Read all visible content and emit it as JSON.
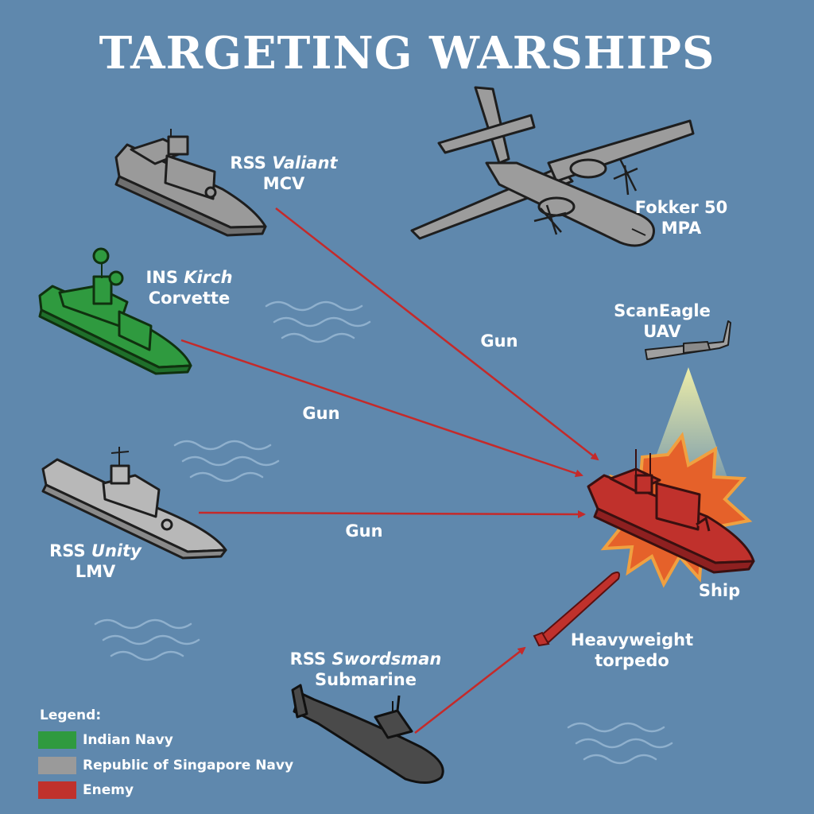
{
  "title": "TARGETING WARSHIPS",
  "platforms": {
    "valiant": {
      "prefix": "RSS",
      "name": "Valiant",
      "type": "MCV"
    },
    "kirch": {
      "prefix": "INS",
      "name": "Kirch",
      "type": "Corvette"
    },
    "unity": {
      "prefix": "RSS",
      "name": "Unity",
      "type": "LMV"
    },
    "swordsman": {
      "prefix": "RSS",
      "name": "Swordsman",
      "type": "Submarine"
    },
    "fokker": {
      "line1": "Fokker 50",
      "line2": "MPA"
    },
    "scaneagle": {
      "line1": "ScanEagle",
      "line2": "UAV"
    },
    "target": {
      "label": "Ship"
    },
    "torpedo": {
      "line1": "Heavyweight",
      "line2": "torpedo"
    }
  },
  "arrows": {
    "valiant_gun": "Gun",
    "kirch_gun": "Gun",
    "unity_gun": "Gun"
  },
  "legend": {
    "title": "Legend:",
    "items": [
      {
        "label": "Indian Navy",
        "color": "#2f9a3f"
      },
      {
        "label": "Republic of Singapore Navy",
        "color": "#9a9a9a"
      },
      {
        "label": "Enemy",
        "color": "#c0312c"
      }
    ]
  },
  "colors": {
    "background": "#5f88ad",
    "arrow": "#c42a2a",
    "friendly_gray": "#9a9a9a",
    "indian_green": "#2f9a3f",
    "enemy_red": "#c0312c",
    "explosion": "#e5612a",
    "sensor_beam": "#f1ee9a"
  }
}
